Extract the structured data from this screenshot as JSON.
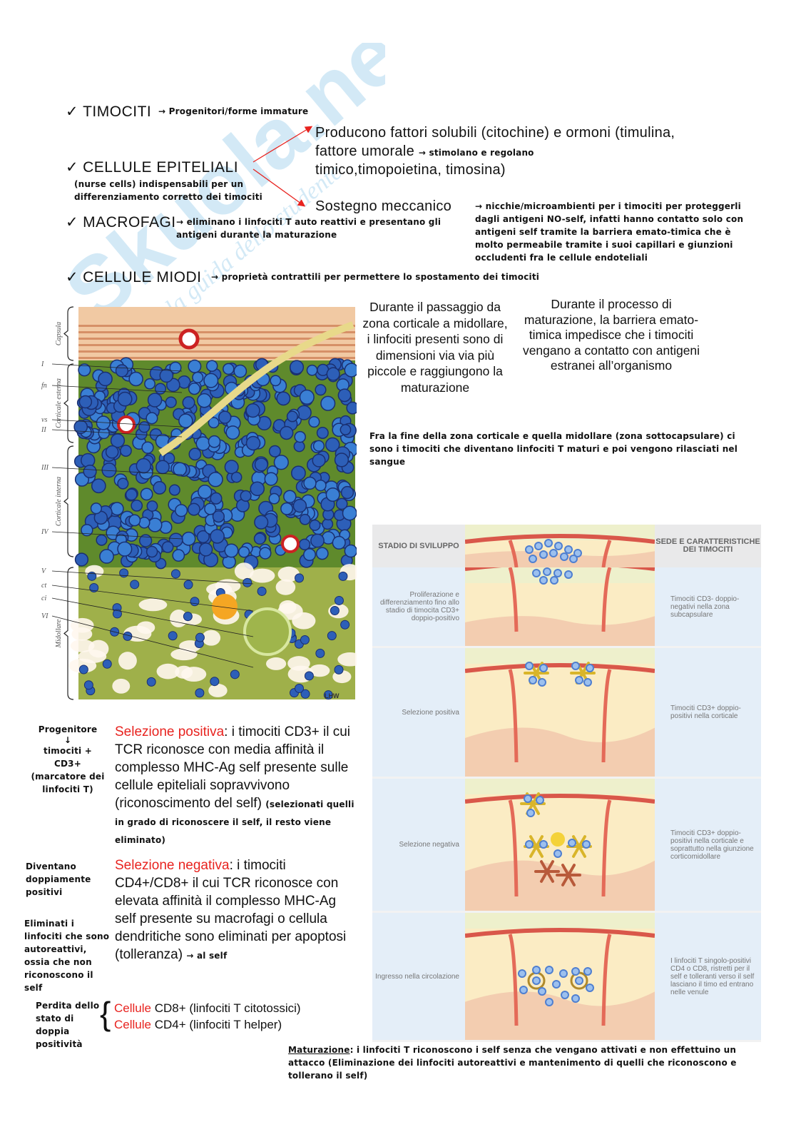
{
  "watermark": "Skuola.net",
  "watermark_sub": "la guida dello studente",
  "top": {
    "timociti": {
      "label": "TIMOCITI",
      "note": "→ Progenitori/forme immature"
    },
    "epiteliali": {
      "label": "CELLULE EPITELIALI",
      "note": "(nurse cells) indispensabili per un differenziamento corretto dei timociti"
    },
    "macrofagi": {
      "label": "MACROFAGI",
      "note": "→ eliminano i linfociti T auto reattivi e presentano gli antigeni durante la maturazione"
    },
    "miodi": {
      "label": "CELLULE MIODI",
      "note": "→ proprietà contrattili per permettere lo spostamento dei timociti"
    },
    "check": "✓",
    "producono": "Producono fattori solubili (citochine) e ormoni (timulina, fattore umorale",
    "producono_end": "timico,timopoietina, timosina)",
    "producono_note": "→ stimolano e regolano",
    "sostegno": "Sostegno meccanico",
    "sostegno_note": "→ nicchie/microambienti per i timociti per proteggerli dagli antigeni NO-self, infatti hanno contatto solo con antigeni self tramite la barriera emato-timica che è molto permeabile tramite i suoi capillari e giunzioni occludenti fra le cellule endoteliali"
  },
  "histology": {
    "labels": [
      "Capsula",
      "I",
      "fn",
      "vs",
      "II",
      "Corticale esterna",
      "III",
      "Corticale interna",
      "IV",
      "V",
      "ct",
      "ci",
      "VI",
      "Midollare"
    ],
    "signature": "LHW"
  },
  "passaggio": "Durante il passaggio da zona corticale a midollare, i linfociti presenti sono di dimensioni via via più piccole e raggiungono la maturazione",
  "barriera": "Durante il processo di maturazione, la barriera emato-timica impedisce che i timociti vengano a contatto con antigeni estranei all’organismo",
  "sottocapsulare": "Fra la fine della zona corticale e quella midollare (zona sottocapsulare) ci sono i timociti che diventano linfociti T maturi e poi vengono rilasciati nel sangue",
  "diagram": {
    "header_left": "STADIO DI SVILUPPO",
    "header_right": "SEDE E CARATTERISTICHE DEI TIMOCITI",
    "stages": [
      {
        "left": "Proliferazione e differenziamento fino allo stadio di timocita CD3+ doppio-positivo",
        "right": "Timociti CD3- doppio-negativi nella zona subcapsulare"
      },
      {
        "left": "Selezione positiva",
        "right": "Timociti CD3+ doppio-positivi nella corticale"
      },
      {
        "left": "Selezione negativa",
        "right": "Timociti CD3+ doppio-positivi nella corticale e soprattutto nella giunzione corticomidollare"
      },
      {
        "left": "Ingresso nella circolazione",
        "right": "I linfociti T singolo-positivi CD4 o CD8, ristretti per il self e tolleranti verso il self lasciano il timo ed entrano nelle venule"
      }
    ]
  },
  "side_notes": {
    "progenitore": "Progenitore",
    "arrow": "↓",
    "timociti_cd3": "timociti + CD3+ (marcatore dei linfociti T)",
    "doppiamente": "Diventano doppiamente positivi",
    "eliminati": "Eliminati i linfociti che sono autoreattivi, ossia che non riconoscono il self",
    "perdita": "Perdita dello stato di doppia positività"
  },
  "selezione_positiva": {
    "title": "Selezione positiva",
    "text": ": i timociti CD3+ il cui TCR riconosce con media affinità il complesso MHC-Ag self presente sulle cellule epiteliali sopravvivono (riconoscimento del self)",
    "note": "(selezionati quelli in grado di riconoscere il self, il resto viene eliminato)"
  },
  "selezione_negativa": {
    "title": "Selezione negativa",
    "text": ": i timociti CD4+/CD8+ il cui TCR riconosce con elevata affinità il complesso MHC-Ag self presente su macrofagi o cellula dendritiche sono eliminati per apoptosi (tolleranza)",
    "note": "→ al self"
  },
  "cellule": [
    {
      "label": "Cellule",
      "text": " CD8+ (linfociti T citotossici)"
    },
    {
      "label": "Cellule",
      "text": " CD4+ (linfociti T helper)"
    }
  ],
  "maturazione": {
    "label": "Maturazione",
    "text": ": i linfociti T riconoscono i self senza che vengano attivati e non effettuino un attacco (Eliminazione dei linfociti autoreattivi e mantenimento di quelli che riconoscono e tollerano il self)"
  },
  "colors": {
    "red": "#e8231f",
    "vessel": "#d9574a",
    "cell": "#4f7fd0"
  }
}
